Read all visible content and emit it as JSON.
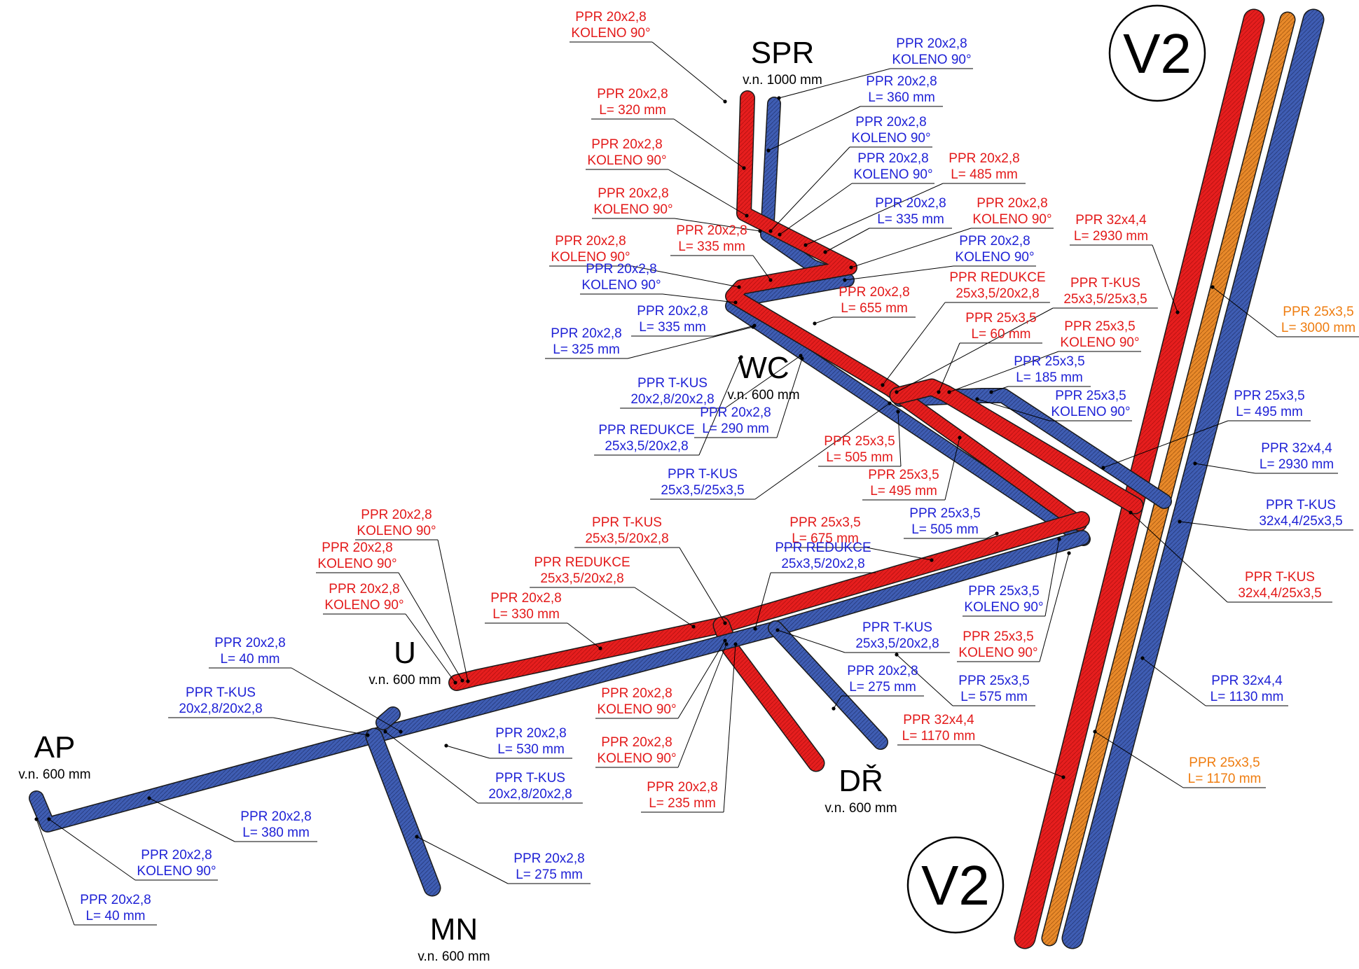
{
  "colors": {
    "hot": "#e61e1e",
    "cold": "#3f5db3",
    "circ": "#e8892a",
    "hot_text": "#e31a1a",
    "cold_text": "#1f22d6",
    "circ_text": "#ef7d10",
    "leader": "#000000"
  },
  "fixtures": [
    {
      "name": "SPR",
      "sub": "v.n. 1000 mm"
    },
    {
      "name": "WC",
      "sub": "v.n. 600 mm"
    },
    {
      "name": "U",
      "sub": "v.n. 600 mm"
    },
    {
      "name": "AP",
      "sub": "v.n. 600 mm"
    },
    {
      "name": "MN",
      "sub": "v.n. 600 mm"
    },
    {
      "name": "DŘ",
      "sub": "v.n. 600 mm"
    }
  ],
  "riser_marks": [
    "V2",
    "V2"
  ],
  "labels": [
    {
      "l1": "PPR 20x2,8",
      "l2": "KOLENO 90°",
      "c": "hot"
    },
    {
      "l1": "PPR 20x2,8",
      "l2": "KOLENO 90°",
      "c": "cold"
    },
    {
      "l1": "PPR 20x2,8",
      "l2": "L= 360 mm",
      "c": "cold"
    },
    {
      "l1": "PPR 20x2,8",
      "l2": "L= 320 mm",
      "c": "hot"
    },
    {
      "l1": "PPR 20x2,8",
      "l2": "KOLENO 90°",
      "c": "cold"
    },
    {
      "l1": "PPR 20x2,8",
      "l2": "KOLENO 90°",
      "c": "hot"
    },
    {
      "l1": "PPR 20x2,8",
      "l2": "KOLENO 90°",
      "c": "cold"
    },
    {
      "l1": "PPR 20x2,8",
      "l2": "L= 485 mm",
      "c": "hot"
    },
    {
      "l1": "PPR 20x2,8",
      "l2": "KOLENO 90°",
      "c": "hot"
    },
    {
      "l1": "PPR 20x2,8",
      "l2": "L= 335 mm",
      "c": "cold"
    },
    {
      "l1": "PPR 20x2,8",
      "l2": "KOLENO 90°",
      "c": "hot"
    },
    {
      "l1": "PPR 32x4,4",
      "l2": "L= 2930 mm",
      "c": "hot"
    },
    {
      "l1": "PPR 20x2,8",
      "l2": "L= 335 mm",
      "c": "hot"
    },
    {
      "l1": "PPR 20x2,8",
      "l2": "KOLENO 90°",
      "c": "hot"
    },
    {
      "l1": "PPR 20x2,8",
      "l2": "KOLENO 90°",
      "c": "cold"
    },
    {
      "l1": "PPR 20x2,8",
      "l2": "KOLENO 90°",
      "c": "cold"
    },
    {
      "l1": "PPR 20x2,8",
      "l2": "L= 335 mm",
      "c": "cold"
    },
    {
      "l1": "PPR 20x2,8",
      "l2": "L= 655 mm",
      "c": "hot"
    },
    {
      "l1": "PPR REDUKCE",
      "l2": "25x3,5/20x2,8",
      "c": "hot"
    },
    {
      "l1": "PPR T-KUS",
      "l2": "25x3,5/25x3,5",
      "c": "hot"
    },
    {
      "l1": "PPR 25x3,5",
      "l2": "L= 3000 mm",
      "c": "circ"
    },
    {
      "l1": "PPR 20x2,8",
      "l2": "L= 325 mm",
      "c": "cold"
    },
    {
      "l1": "PPR 25x3,5",
      "l2": "L= 60 mm",
      "c": "hot"
    },
    {
      "l1": "PPR 25x3,5",
      "l2": "KOLENO 90°",
      "c": "hot"
    },
    {
      "l1": "PPR 25x3,5",
      "l2": "L= 185 mm",
      "c": "cold"
    },
    {
      "l1": "PPR T-KUS",
      "l2": "20x2,8/20x2,8",
      "c": "cold"
    },
    {
      "l1": "PPR 25x3,5",
      "l2": "KOLENO 90°",
      "c": "cold"
    },
    {
      "l1": "PPR 25x3,5",
      "l2": "L= 495 mm",
      "c": "cold"
    },
    {
      "l1": "PPR REDUKCE",
      "l2": "25x3,5/20x2,8",
      "c": "cold"
    },
    {
      "l1": "PPR 20x2,8",
      "l2": "L= 290 mm",
      "c": "cold"
    },
    {
      "l1": "PPR 25x3,5",
      "l2": "L= 505 mm",
      "c": "hot"
    },
    {
      "l1": "PPR 32x4,4",
      "l2": "L= 2930 mm",
      "c": "cold"
    },
    {
      "l1": "PPR T-KUS",
      "l2": "25x3,5/25x3,5",
      "c": "cold"
    },
    {
      "l1": "PPR 25x3,5",
      "l2": "L= 495 mm",
      "c": "hot"
    },
    {
      "l1": "PPR T-KUS",
      "l2": "32x4,4/25x3,5",
      "c": "cold"
    },
    {
      "l1": "PPR 20x2,8",
      "l2": "KOLENO 90°",
      "c": "hot"
    },
    {
      "l1": "PPR T-KUS",
      "l2": "25x3,5/20x2,8",
      "c": "hot"
    },
    {
      "l1": "PPR 25x3,5",
      "l2": "L= 675 mm",
      "c": "hot"
    },
    {
      "l1": "PPR 25x3,5",
      "l2": "L= 505 mm",
      "c": "cold"
    },
    {
      "l1": "PPR 20x2,8",
      "l2": "KOLENO 90°",
      "c": "hot"
    },
    {
      "l1": "PPR REDUKCE",
      "l2": "25x3,5/20x2,8",
      "c": "hot"
    },
    {
      "l1": "PPR REDUKCE",
      "l2": "25x3,5/20x2,8",
      "c": "cold"
    },
    {
      "l1": "PPR T-KUS",
      "l2": "32x4,4/25x3,5",
      "c": "hot"
    },
    {
      "l1": "PPR 20x2,8",
      "l2": "KOLENO 90°",
      "c": "hot"
    },
    {
      "l1": "PPR 20x2,8",
      "l2": "L= 330 mm",
      "c": "hot"
    },
    {
      "l1": "PPR 25x3,5",
      "l2": "KOLENO 90°",
      "c": "cold"
    },
    {
      "l1": "PPR T-KUS",
      "l2": "25x3,5/20x2,8",
      "c": "cold"
    },
    {
      "l1": "PPR 20x2,8",
      "l2": "L= 40 mm",
      "c": "cold"
    },
    {
      "l1": "PPR 25x3,5",
      "l2": "KOLENO 90°",
      "c": "hot"
    },
    {
      "l1": "PPR 20x2,8",
      "l2": "L= 275 mm",
      "c": "cold"
    },
    {
      "l1": "PPR 25x3,5",
      "l2": "L= 575 mm",
      "c": "cold"
    },
    {
      "l1": "PPR 32x4,4",
      "l2": "L= 1130 mm",
      "c": "cold"
    },
    {
      "l1": "PPR T-KUS",
      "l2": "20x2,8/20x2,8",
      "c": "cold"
    },
    {
      "l1": "PPR 20x2,8",
      "l2": "KOLENO 90°",
      "c": "hot"
    },
    {
      "l1": "PPR 32x4,4",
      "l2": "L= 1170 mm",
      "c": "hot"
    },
    {
      "l1": "PPR 20x2,8",
      "l2": "L= 530 mm",
      "c": "cold"
    },
    {
      "l1": "PPR 20x2,8",
      "l2": "KOLENO 90°",
      "c": "hot"
    },
    {
      "l1": "PPR 25x3,5",
      "l2": "L= 1170 mm",
      "c": "circ"
    },
    {
      "l1": "PPR T-KUS",
      "l2": "20x2,8/20x2,8",
      "c": "cold"
    },
    {
      "l1": "PPR 20x2,8",
      "l2": "L= 235 mm",
      "c": "hot"
    },
    {
      "l1": "PPR 20x2,8",
      "l2": "L= 380 mm",
      "c": "cold"
    },
    {
      "l1": "PPR 20x2,8",
      "l2": "KOLENO 90°",
      "c": "cold"
    },
    {
      "l1": "PPR 20x2,8",
      "l2": "L= 275 mm",
      "c": "cold"
    },
    {
      "l1": "PPR 20x2,8",
      "l2": "L= 40 mm",
      "c": "cold"
    }
  ]
}
